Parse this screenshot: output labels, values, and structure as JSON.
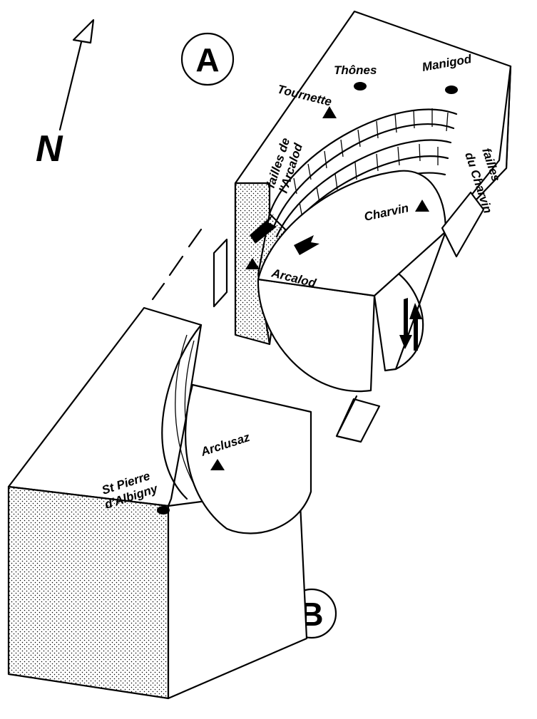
{
  "figure": {
    "block_a_letter": "A",
    "block_b_letter": "B",
    "north_letter": "N",
    "places": {
      "thones": "Thônes",
      "manigod": "Manigod",
      "tournette": "Tournette",
      "charvin": "Charvin",
      "arcalod": "Arcalod",
      "arclusaz": "Arclusaz",
      "st_pierre_line1": "St Pierre",
      "st_pierre_line2": "d'Albigny"
    },
    "faults": {
      "arcalod_line1": "failles de",
      "arcalod_line2": "l'Arcalod",
      "charvin_line1": "failles",
      "charvin_line2": "du Charvin"
    }
  }
}
